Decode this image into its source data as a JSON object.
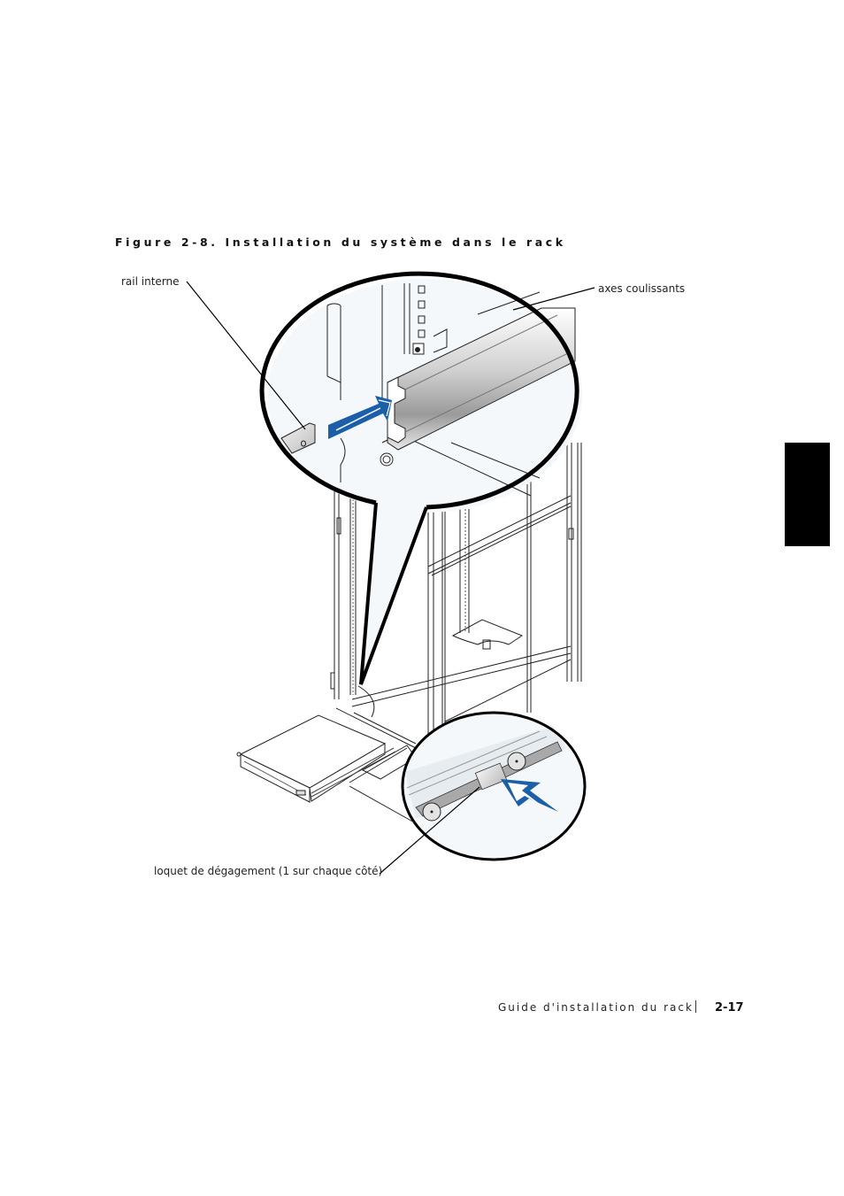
{
  "figure": {
    "title": "Figure 2-8.   Installation du système dans le rack"
  },
  "callouts": {
    "rail_interne": "rail interne",
    "axes_coulissants": "axes coulissants",
    "loquet": "loquet de dégagement (1 sur chaque côté)"
  },
  "illustration": {
    "arrow_color": "#1a5fa8",
    "bubble_fill": "#f4f8fb",
    "icons": [
      "insert-arrow-icon",
      "push-latch-arrow-icon"
    ]
  },
  "chapter_tab": {
    "color": "#000000"
  },
  "footer": {
    "title": "Guide d'installation du rack",
    "page": "2-17"
  }
}
